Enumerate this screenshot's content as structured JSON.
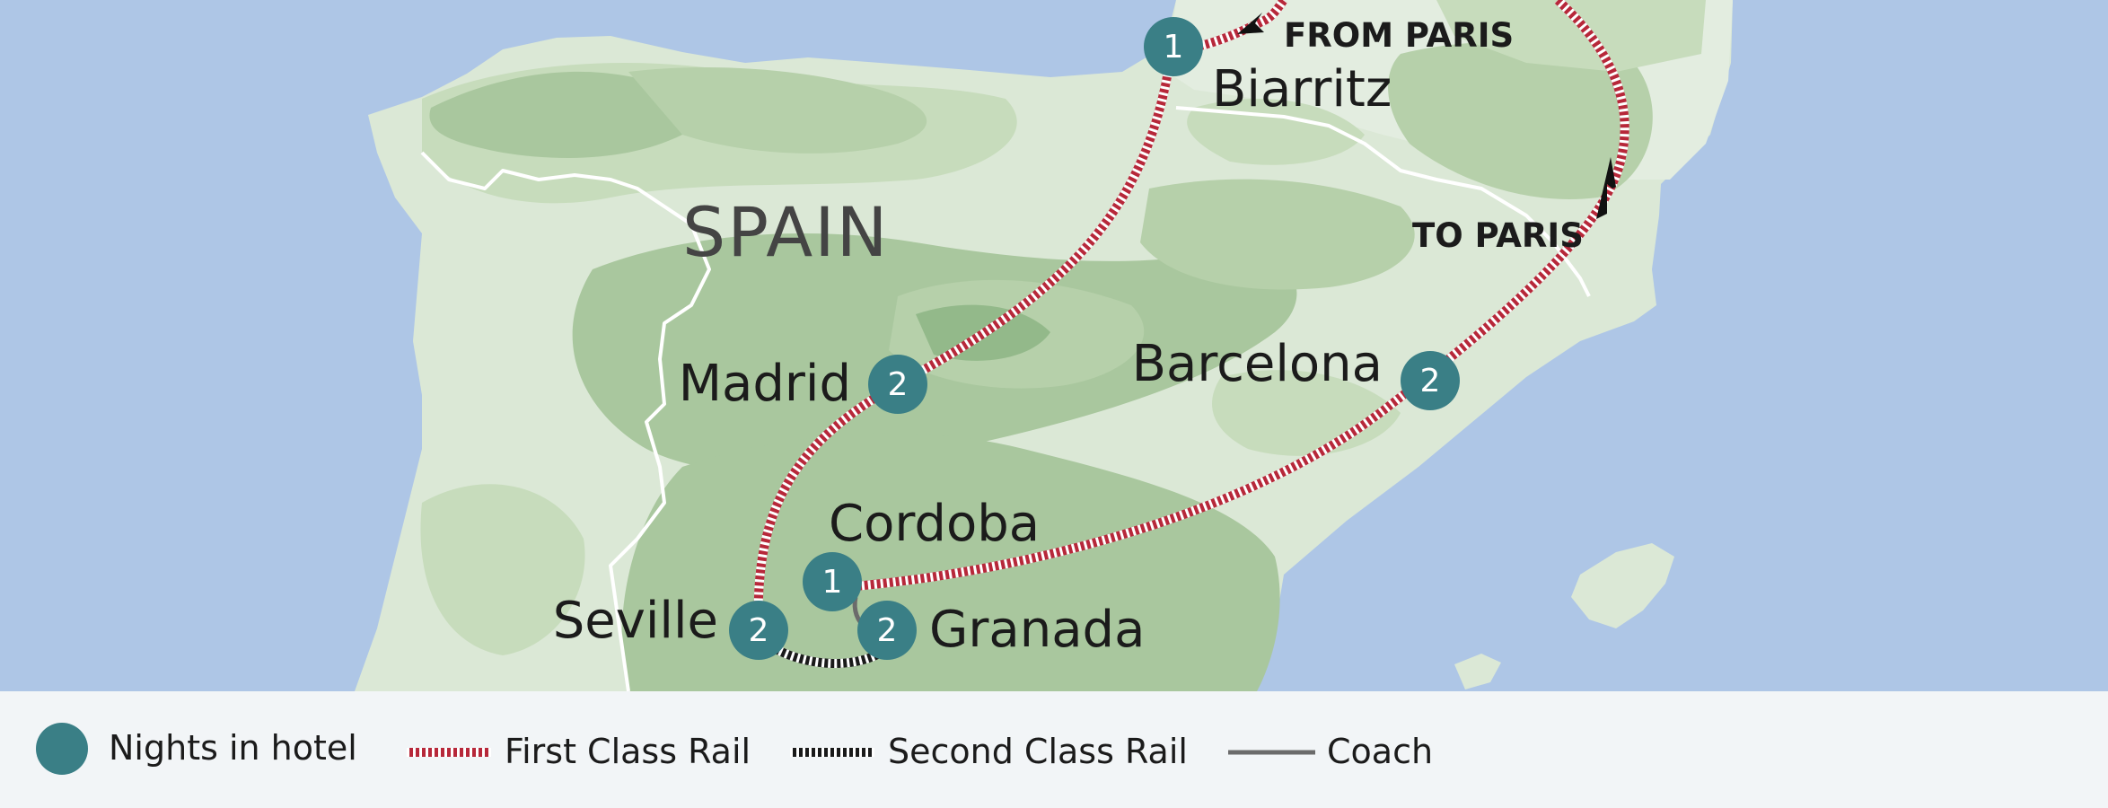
{
  "map": {
    "country_label": "SPAIN",
    "colors": {
      "sea": "#aec6e6",
      "land": "#dbe8d6",
      "land_mid": "#c7dcbc",
      "terrain": "#a9c79e",
      "terrain_dark": "#93b98a",
      "border": "#ffffff",
      "first_class_rail": "#b7283a",
      "second_class_rail": "#1a1a1a",
      "coach": "#6b6b6b",
      "hotel_marker": "#3a7f86",
      "text": "#1b1b1b"
    },
    "cities": [
      {
        "name": "Biarritz",
        "nights": "1"
      },
      {
        "name": "Madrid",
        "nights": "2"
      },
      {
        "name": "Barcelona",
        "nights": "2"
      },
      {
        "name": "Cordoba",
        "nights": "1"
      },
      {
        "name": "Seville",
        "nights": "2"
      },
      {
        "name": "Granada",
        "nights": "2"
      }
    ],
    "annotations": {
      "from_paris": "FROM PARIS",
      "to_paris": "TO PARIS"
    }
  },
  "legend": {
    "hotel": "Nights in hotel",
    "first_class": "First Class Rail",
    "second_class": "Second Class Rail",
    "coach": "Coach"
  }
}
